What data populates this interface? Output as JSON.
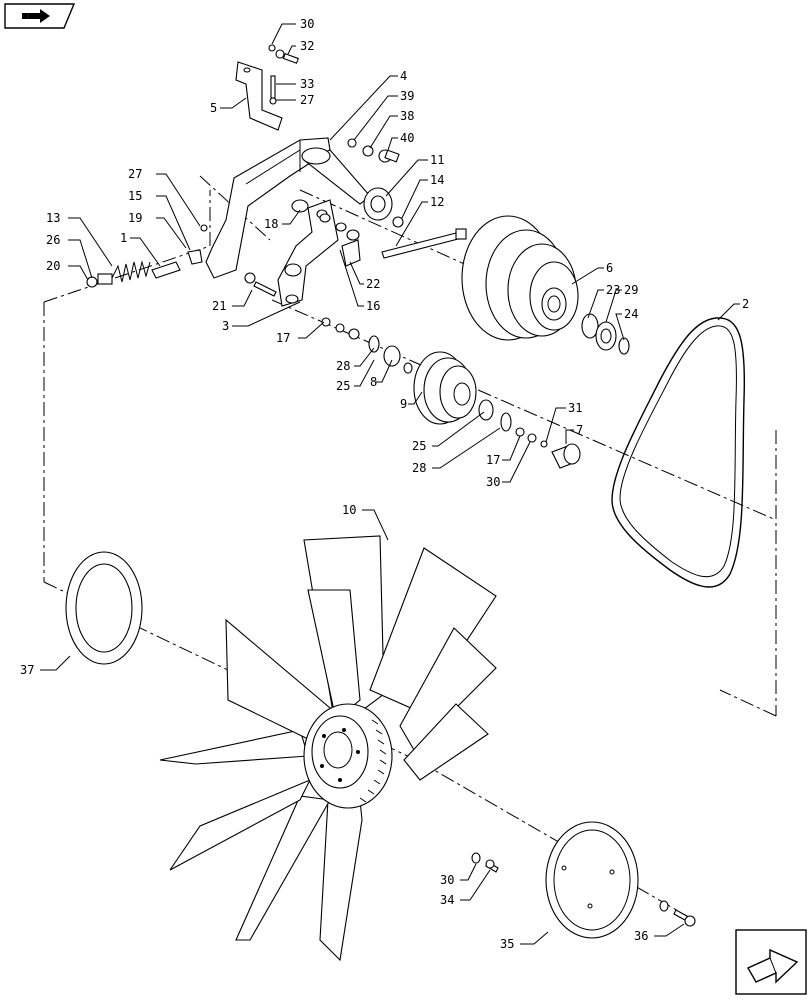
{
  "nav": {
    "back_icon": "back-arrow-icon",
    "next_icon": "next-page-icon"
  },
  "callouts": {
    "c30a": "30",
    "c32": "32",
    "c33": "33",
    "c27a": "27",
    "c4": "4",
    "c5": "5",
    "c39": "39",
    "c38": "38",
    "c40": "40",
    "c11": "11",
    "c14": "14",
    "c12": "12",
    "c27b": "27",
    "c15": "15",
    "c19": "19",
    "c13": "13",
    "c26": "26",
    "c1": "1",
    "c20": "20",
    "c18": "18",
    "c22": "22",
    "c16": "16",
    "c21": "21",
    "c3": "3",
    "c6": "6",
    "c23": "23",
    "c29": "29",
    "c24": "24",
    "c2": "2",
    "c17a": "17",
    "c28a": "28",
    "c25a": "25",
    "c8": "8",
    "c9": "9",
    "c25b": "25",
    "c28b": "28",
    "c17b": "17",
    "c30b": "30",
    "c31": "31",
    "c7": "7",
    "c10": "10",
    "c37": "37",
    "c30c": "30",
    "c34": "34",
    "c35": "35",
    "c36": "36"
  }
}
